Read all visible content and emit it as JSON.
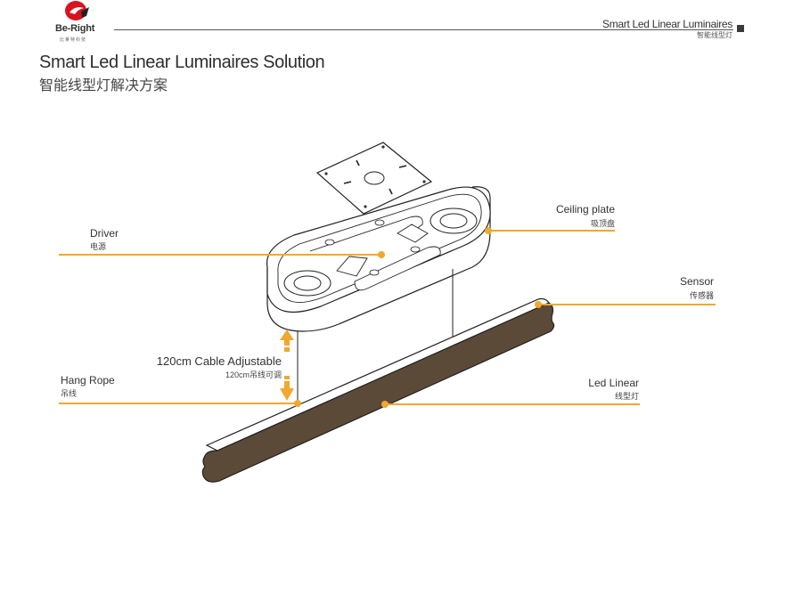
{
  "brand": {
    "name": "Be-Right",
    "subname": "比莱特科技",
    "logo_colors": {
      "primary": "#d7141e",
      "secondary": "#222222"
    }
  },
  "header": {
    "title": "Smart Led Linear Luminaires",
    "subtitle": "智能线型灯"
  },
  "page": {
    "title": "Smart Led Linear Luminaires Solution",
    "subtitle": "智能线型灯解决方案"
  },
  "callouts": {
    "driver": {
      "label": "Driver",
      "sublabel": "电源"
    },
    "ceiling_plate": {
      "label": "Ceiling plate",
      "sublabel": "吸顶盘"
    },
    "sensor": {
      "label": "Sensor",
      "sublabel": "传感器"
    },
    "cable": {
      "label": "120cm Cable Adjustable",
      "sublabel": "120cm吊线可调"
    },
    "hang_rope": {
      "label": "Hang Rope",
      "sublabel": "吊线"
    },
    "led_linear": {
      "label": "Led Linear",
      "sublabel": "线型灯"
    }
  },
  "colors": {
    "accent": "#f0a830",
    "fixture_body": "#5c4a38",
    "line": "#222222"
  }
}
